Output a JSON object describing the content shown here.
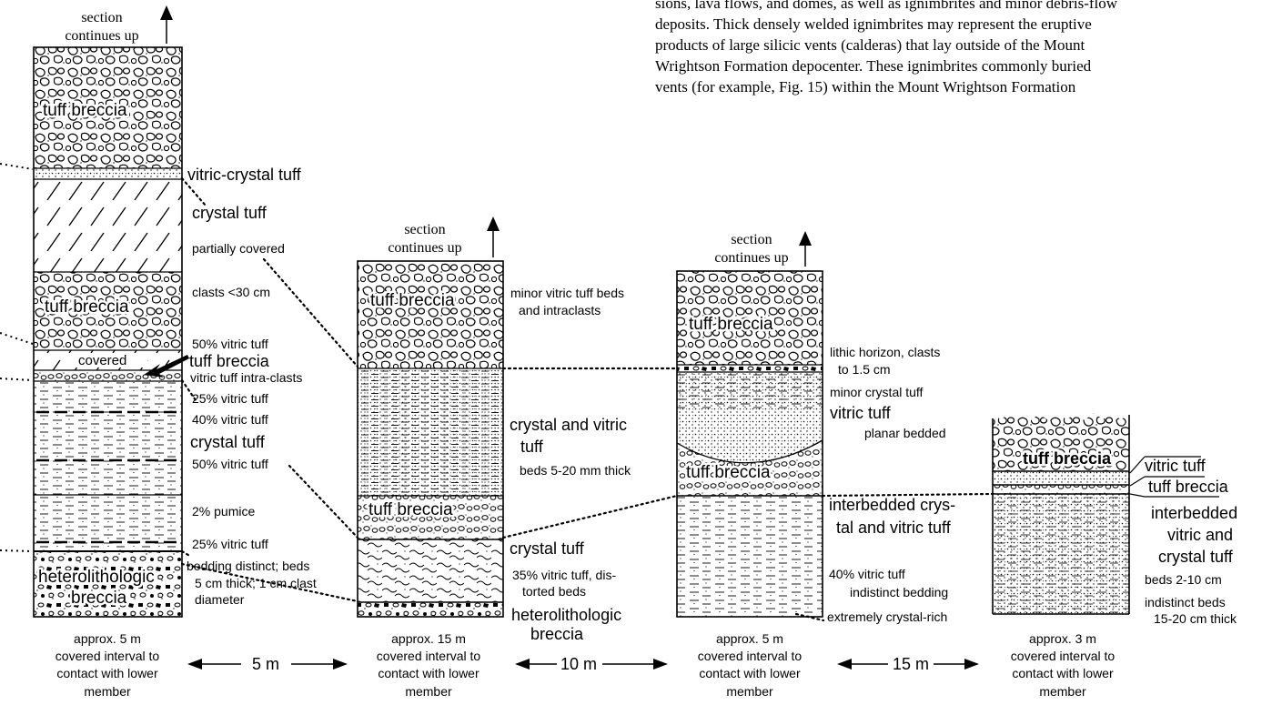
{
  "paragraph_lines": [
    "sions, lava flows, and domes, as well as ignimbrites and minor debris-flow",
    "deposits. Thick densely welded ignimbrites may represent the eruptive",
    "products of large silicic vents (calderas) that lay outside of the Mount",
    "Wrightson Formation depocenter. These ignimbrites commonly buried",
    "vents (for example, Fig. 15) within the Mount Wrightson Formation"
  ],
  "continues_up": {
    "line1": "section",
    "line2": "continues up"
  },
  "column1": {
    "layers": {
      "top_breccia": "tuff breccia",
      "mid_breccia": "tuff breccia",
      "covered": "covered",
      "base": [
        "heterolithologic",
        "breccia"
      ]
    },
    "notes": {
      "vitric_crystal": "vitric-crystal tuff",
      "crystal_top": "crystal tuff",
      "partially_covered": "partially covered",
      "clasts": "clasts <30 cm",
      "vitric50a": "50% vitric tuff",
      "tuff_breccia": "tuff breccia",
      "intraclasts": "vitric tuff intra-clasts",
      "vitric25a": "25% vitric tuff",
      "vitric40": "40% vitric tuff",
      "crystal_mid": "crystal tuff",
      "vitric50b": "50% vitric tuff",
      "pumice": "2% pumice",
      "vitric25b": "25% vitric tuff",
      "bedding": [
        "bedding distinct; beds",
        "5 cm thick; 1 cm clast",
        "diameter"
      ]
    },
    "footer": [
      "approx. 5 m",
      "covered interval to",
      "contact with lower",
      "member"
    ]
  },
  "column2": {
    "layers": {
      "top": "tuff breccia",
      "mid": "tuff breccia"
    },
    "notes": {
      "minor": [
        "minor vitric tuff beds",
        "and intraclasts"
      ],
      "crystal_vitric": [
        "crystal and vitric",
        "tuff"
      ],
      "beds": "beds 5-20 mm thick",
      "crystal": "crystal tuff",
      "distorted": [
        "35% vitric tuff, dis-",
        "torted beds"
      ],
      "hetero": [
        "heterolithologic",
        "breccia"
      ]
    },
    "footer": [
      "approx. 15 m",
      "covered interval to",
      "contact with lower",
      "member"
    ]
  },
  "column3": {
    "layers": {
      "top": "tuff breccia",
      "mid": "tuff breccia"
    },
    "notes": {
      "lithic": [
        "lithic horizon, clasts",
        "to 1.5 cm"
      ],
      "minor_crystal": "minor crystal tuff",
      "vitric": "vitric tuff",
      "planar": "planar bedded",
      "interbedded": [
        "interbedded crys-",
        "tal and vitric tuff"
      ],
      "vitric40": "40% vitric  tuff",
      "indistinct": "indistinct bedding",
      "extremely": "extremely  crystal-rich"
    },
    "footer": [
      "approx. 5 m",
      "covered interval to",
      "contact with lower",
      "member"
    ]
  },
  "column4": {
    "layers": {
      "top": "tuff breccia"
    },
    "notes": {
      "vitric": "vitric tuff",
      "breccia": "tuff breccia",
      "interbedded": [
        "interbedded",
        "vitric and",
        "crystal tuff"
      ],
      "beds": "beds 2-10 cm",
      "indistinct": [
        "indistinct beds",
        "15-20 cm thick"
      ]
    },
    "footer": [
      "approx. 3 m",
      "covered interval to",
      "contact with lower",
      "member"
    ]
  },
  "distances": {
    "d1": "5 m",
    "d2": "10 m",
    "d3": "15 m"
  }
}
